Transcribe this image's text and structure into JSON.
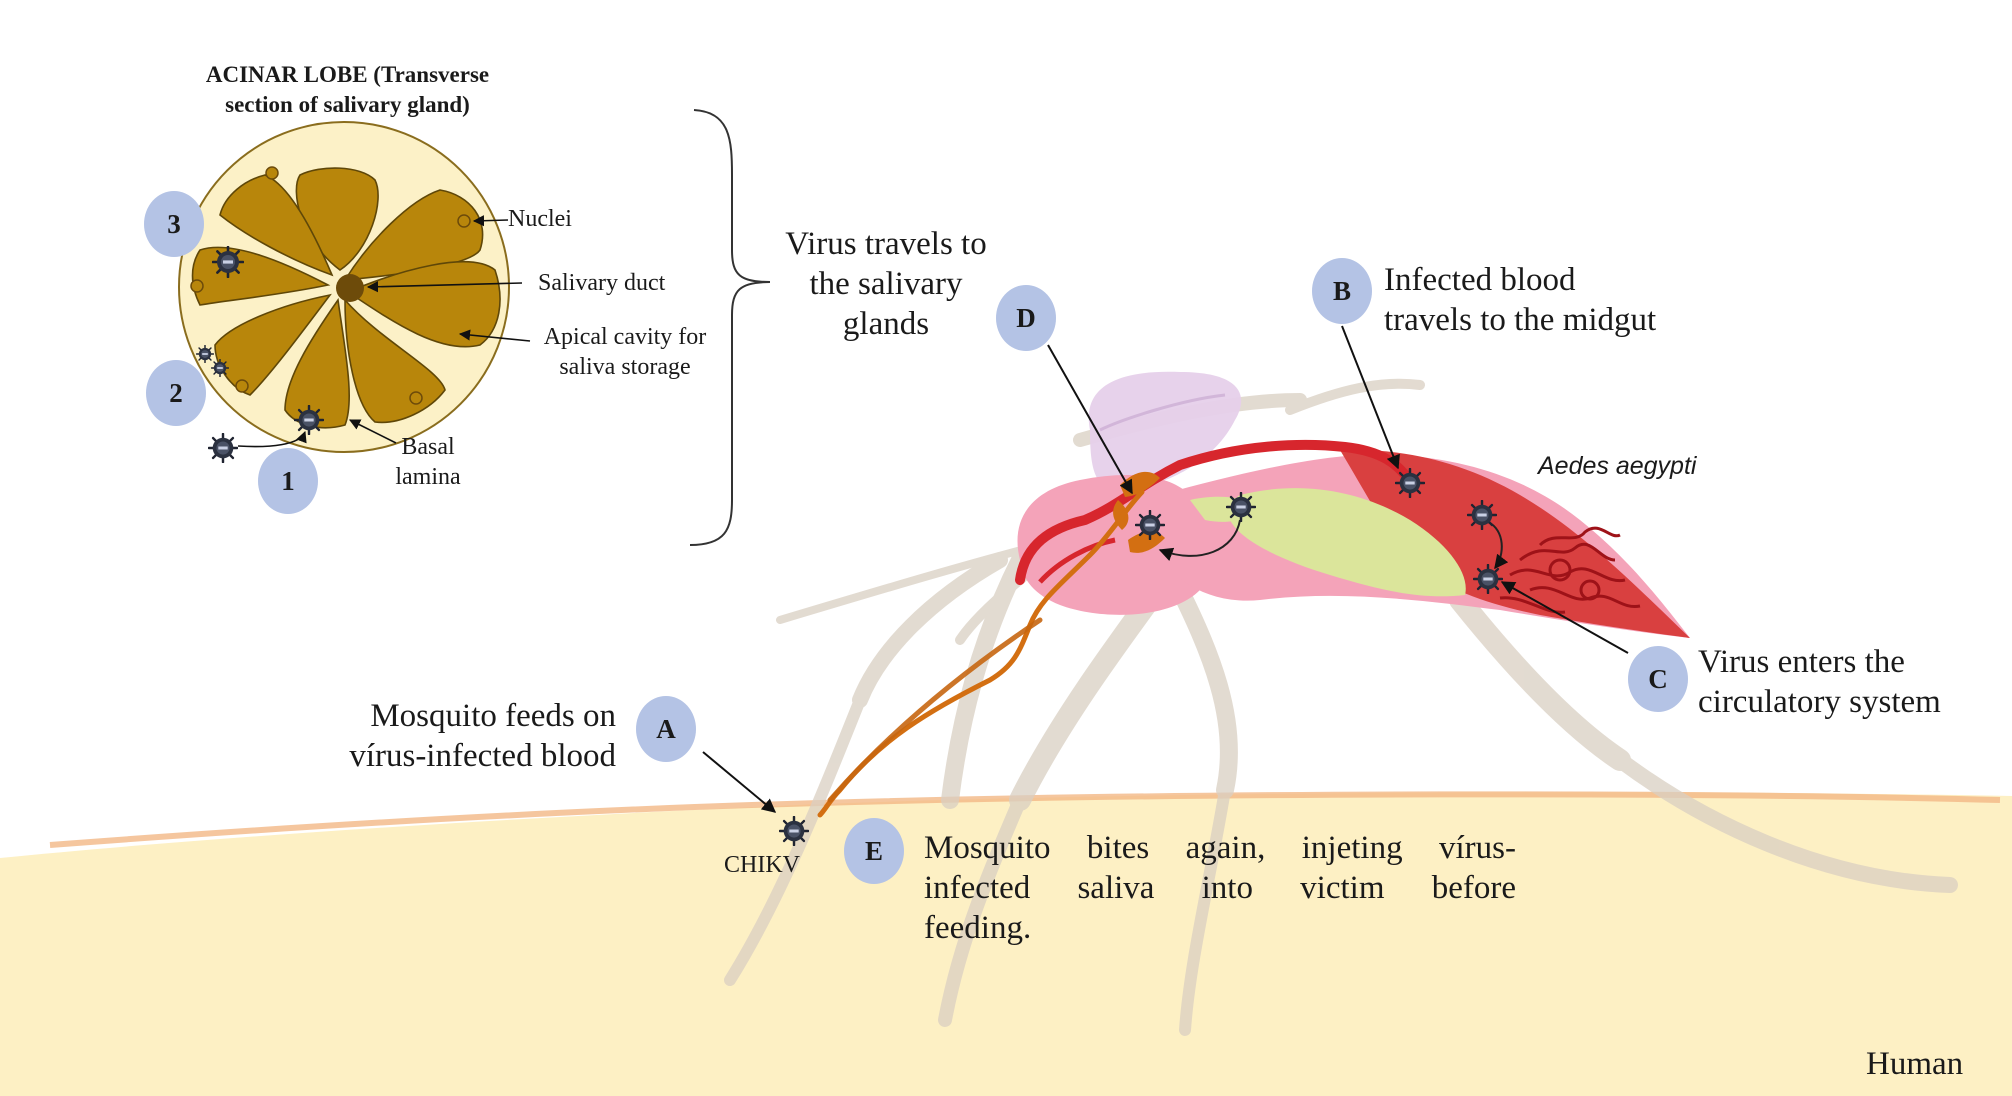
{
  "acinar_title": [
    "ACINAR LOBE (Transverse",
    "section of salivary gland)"
  ],
  "gland_labels": {
    "nuclei": "Nuclei",
    "salivary_duct": "Salivary duct",
    "apical_cavity": [
      "Apical cavity for",
      "saliva storage"
    ],
    "basal_lamina": [
      "Basal",
      "lamina"
    ]
  },
  "steps_numbered": [
    "1",
    "2",
    "3"
  ],
  "steps_lettered": [
    "A",
    "B",
    "C",
    "D",
    "E"
  ],
  "captions": {
    "salivary_travel": [
      "Virus travels to",
      "the salivary",
      "glands"
    ],
    "midgut": [
      "Infected blood",
      "travels to the midgut"
    ],
    "circulatory": [
      "Virus enters the",
      "circulatory system"
    ],
    "feeds": [
      "Mosquito feeds on",
      "vírus-infected blood"
    ],
    "bites": [
      "Mosquito bites again, injeting vírus-",
      "infected saliva into victim before",
      "feeding."
    ]
  },
  "species": "Aedes aegypti",
  "virus_label": "CHIKV",
  "host_label": "Human",
  "colors": {
    "skin": "#fdf0c4",
    "gland_lobe": "#b8860b",
    "badge": "#b4c3e5",
    "blood": "#d7262d",
    "body_pink": "#f4a3b9",
    "gut_green": "#dbe59b",
    "duct_orange": "#d36f12"
  }
}
